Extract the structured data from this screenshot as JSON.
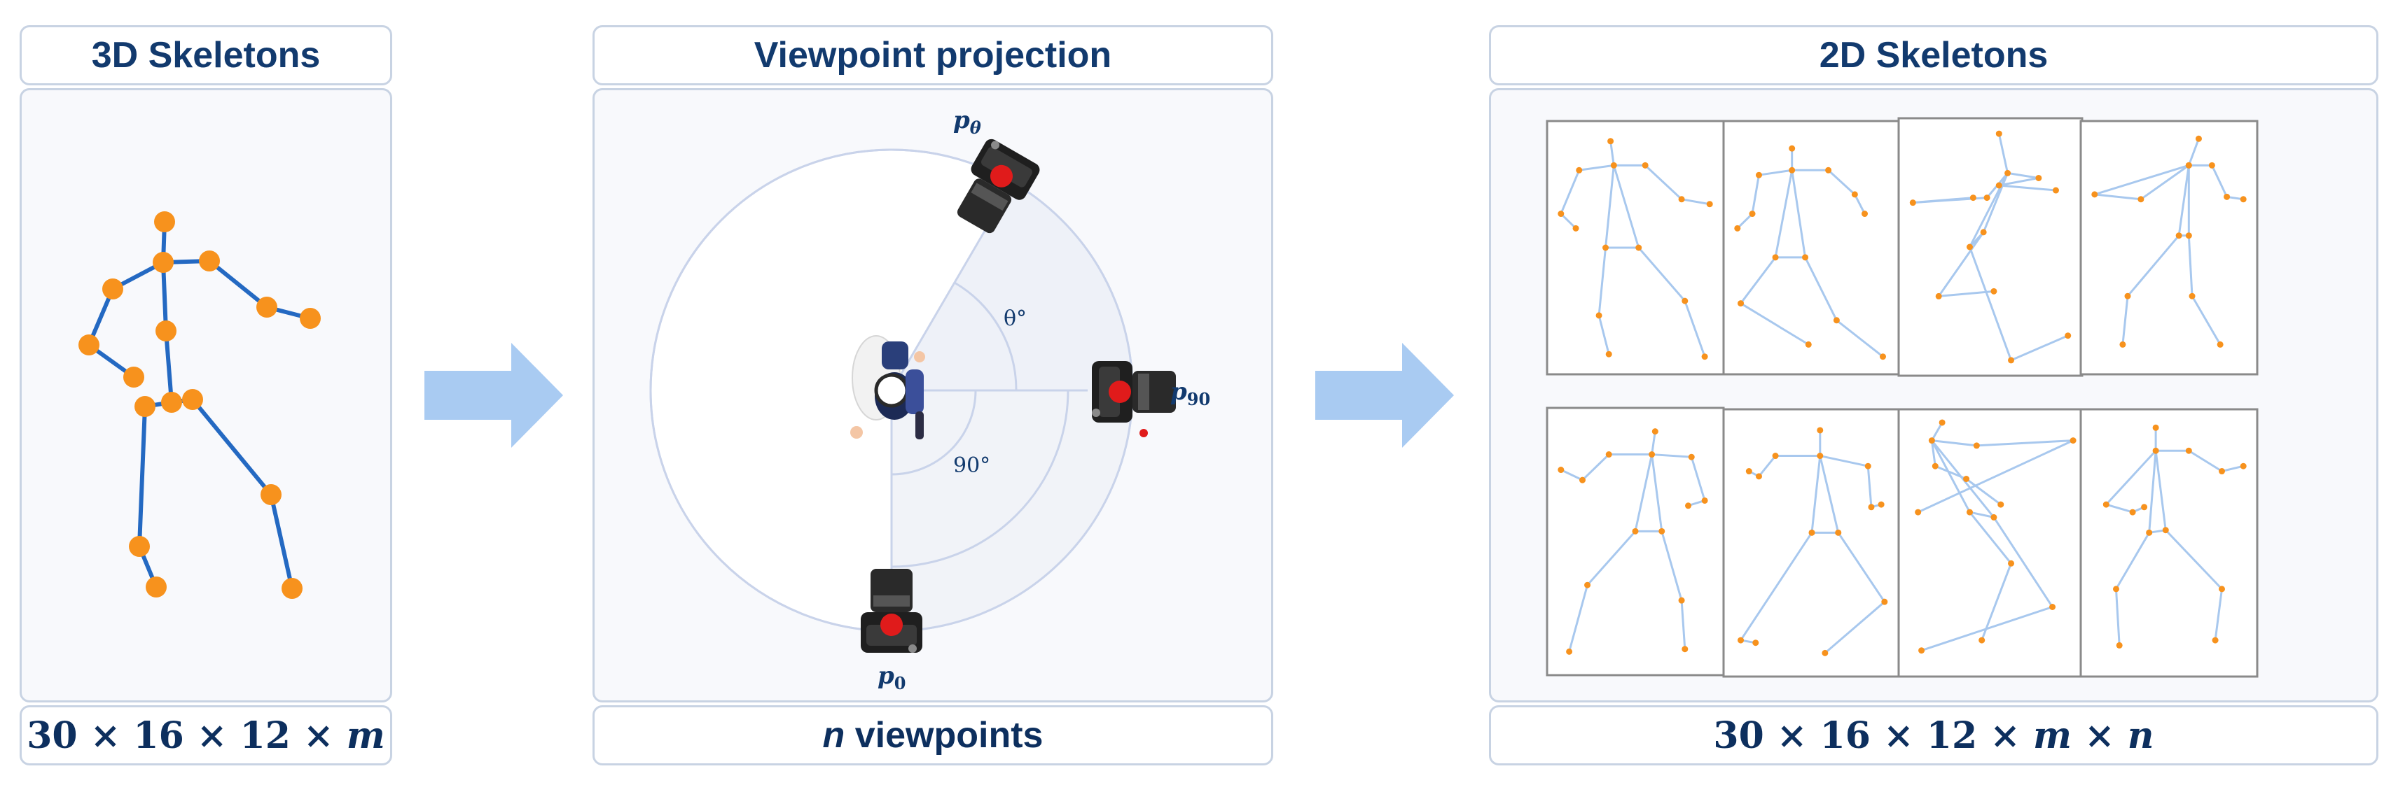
{
  "panels": {
    "left": {
      "header": "3D Skeletons",
      "footer_math": {
        "a": "30",
        "b": "16",
        "c": "12",
        "d": "m",
        "times": "×"
      }
    },
    "middle": {
      "header": "Viewpoint projection",
      "footer_var": "n",
      "footer_text": "viewpoints",
      "labels": {
        "p_theta_base": "p",
        "p_theta_sub": "θ",
        "p_90_base": "p",
        "p_90_sub": "90",
        "p_0_base": "p",
        "p_0_sub": "0",
        "angle_theta": "θ°",
        "angle_90": "90°"
      }
    },
    "right": {
      "header": "2D Skeletons",
      "footer_math": {
        "a": "30",
        "b": "16",
        "c": "12",
        "d": "m",
        "e": "n",
        "times": "×"
      }
    }
  },
  "colors": {
    "accent_navy": "#123a6e",
    "border": "#c8d3e3",
    "arrow": "#a9cbf2",
    "skeleton_3d_bone": "#2469c2",
    "skeleton_joint": "#f7921d",
    "skeleton_2d_bone": "#a8c8ee",
    "camera_body": "#1f1f1f",
    "camera_highlight": "#e01b1b"
  },
  "icons": {
    "arrow": "right-arrow-icon",
    "camera": "camera-icon",
    "person": "person-topdown-icon"
  }
}
